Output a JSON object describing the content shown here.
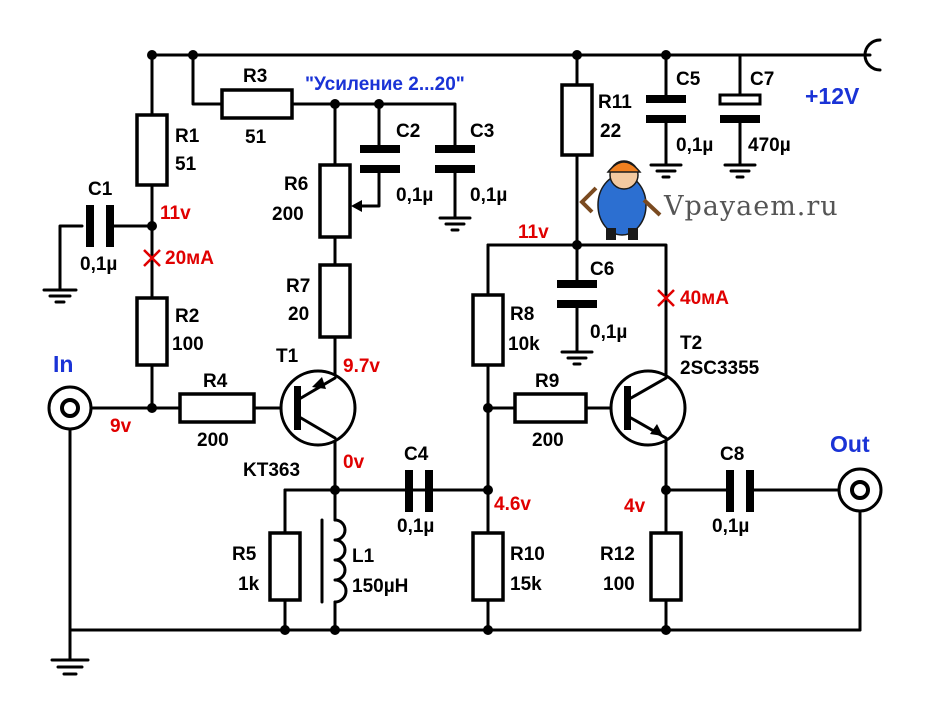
{
  "logo": {
    "text": "Vpayaem.ru"
  },
  "note": {
    "gain": "\"Усиление 2...20\""
  },
  "terminals": {
    "input": "In",
    "output": "Out",
    "supply": "+12V"
  },
  "resistors": {
    "r1": {
      "name": "R1",
      "value": "51"
    },
    "r2": {
      "name": "R2",
      "value": "100"
    },
    "r3": {
      "name": "R3",
      "value": "51"
    },
    "r4": {
      "name": "R4",
      "value": "200"
    },
    "r5": {
      "name": "R5",
      "value": "1k"
    },
    "r6": {
      "name": "R6",
      "value": "200"
    },
    "r7": {
      "name": "R7",
      "value": "20"
    },
    "r8": {
      "name": "R8",
      "value": "10k"
    },
    "r9": {
      "name": "R9",
      "value": "200"
    },
    "r10": {
      "name": "R10",
      "value": "15k"
    },
    "r11": {
      "name": "R11",
      "value": "22"
    },
    "r12": {
      "name": "R12",
      "value": "100"
    }
  },
  "capacitors": {
    "c1": {
      "name": "C1",
      "value": "0,1µ"
    },
    "c2": {
      "name": "C2",
      "value": "0,1µ"
    },
    "c3": {
      "name": "C3",
      "value": "0,1µ"
    },
    "c4": {
      "name": "C4",
      "value": "0,1µ"
    },
    "c5": {
      "name": "C5",
      "value": "0,1µ"
    },
    "c6": {
      "name": "C6",
      "value": "0,1µ"
    },
    "c7": {
      "name": "C7",
      "value": "470µ"
    },
    "c8": {
      "name": "C8",
      "value": "0,1µ"
    }
  },
  "inductor": {
    "name": "L1",
    "value": "150µH"
  },
  "transistors": {
    "t1": {
      "name": "T1",
      "part": "KT363"
    },
    "t2": {
      "name": "T2",
      "part": "2SC3355"
    }
  },
  "measurements": {
    "v_r1r2": "11v",
    "i_first": "20мА",
    "v_in": "9v",
    "v_t1_collector": "9.7v",
    "v_t1_emitter": "0v",
    "v_r11": "11v",
    "i_second": "40мА",
    "v_t2_base": "4.6v",
    "v_t2_emitter": "4v"
  }
}
